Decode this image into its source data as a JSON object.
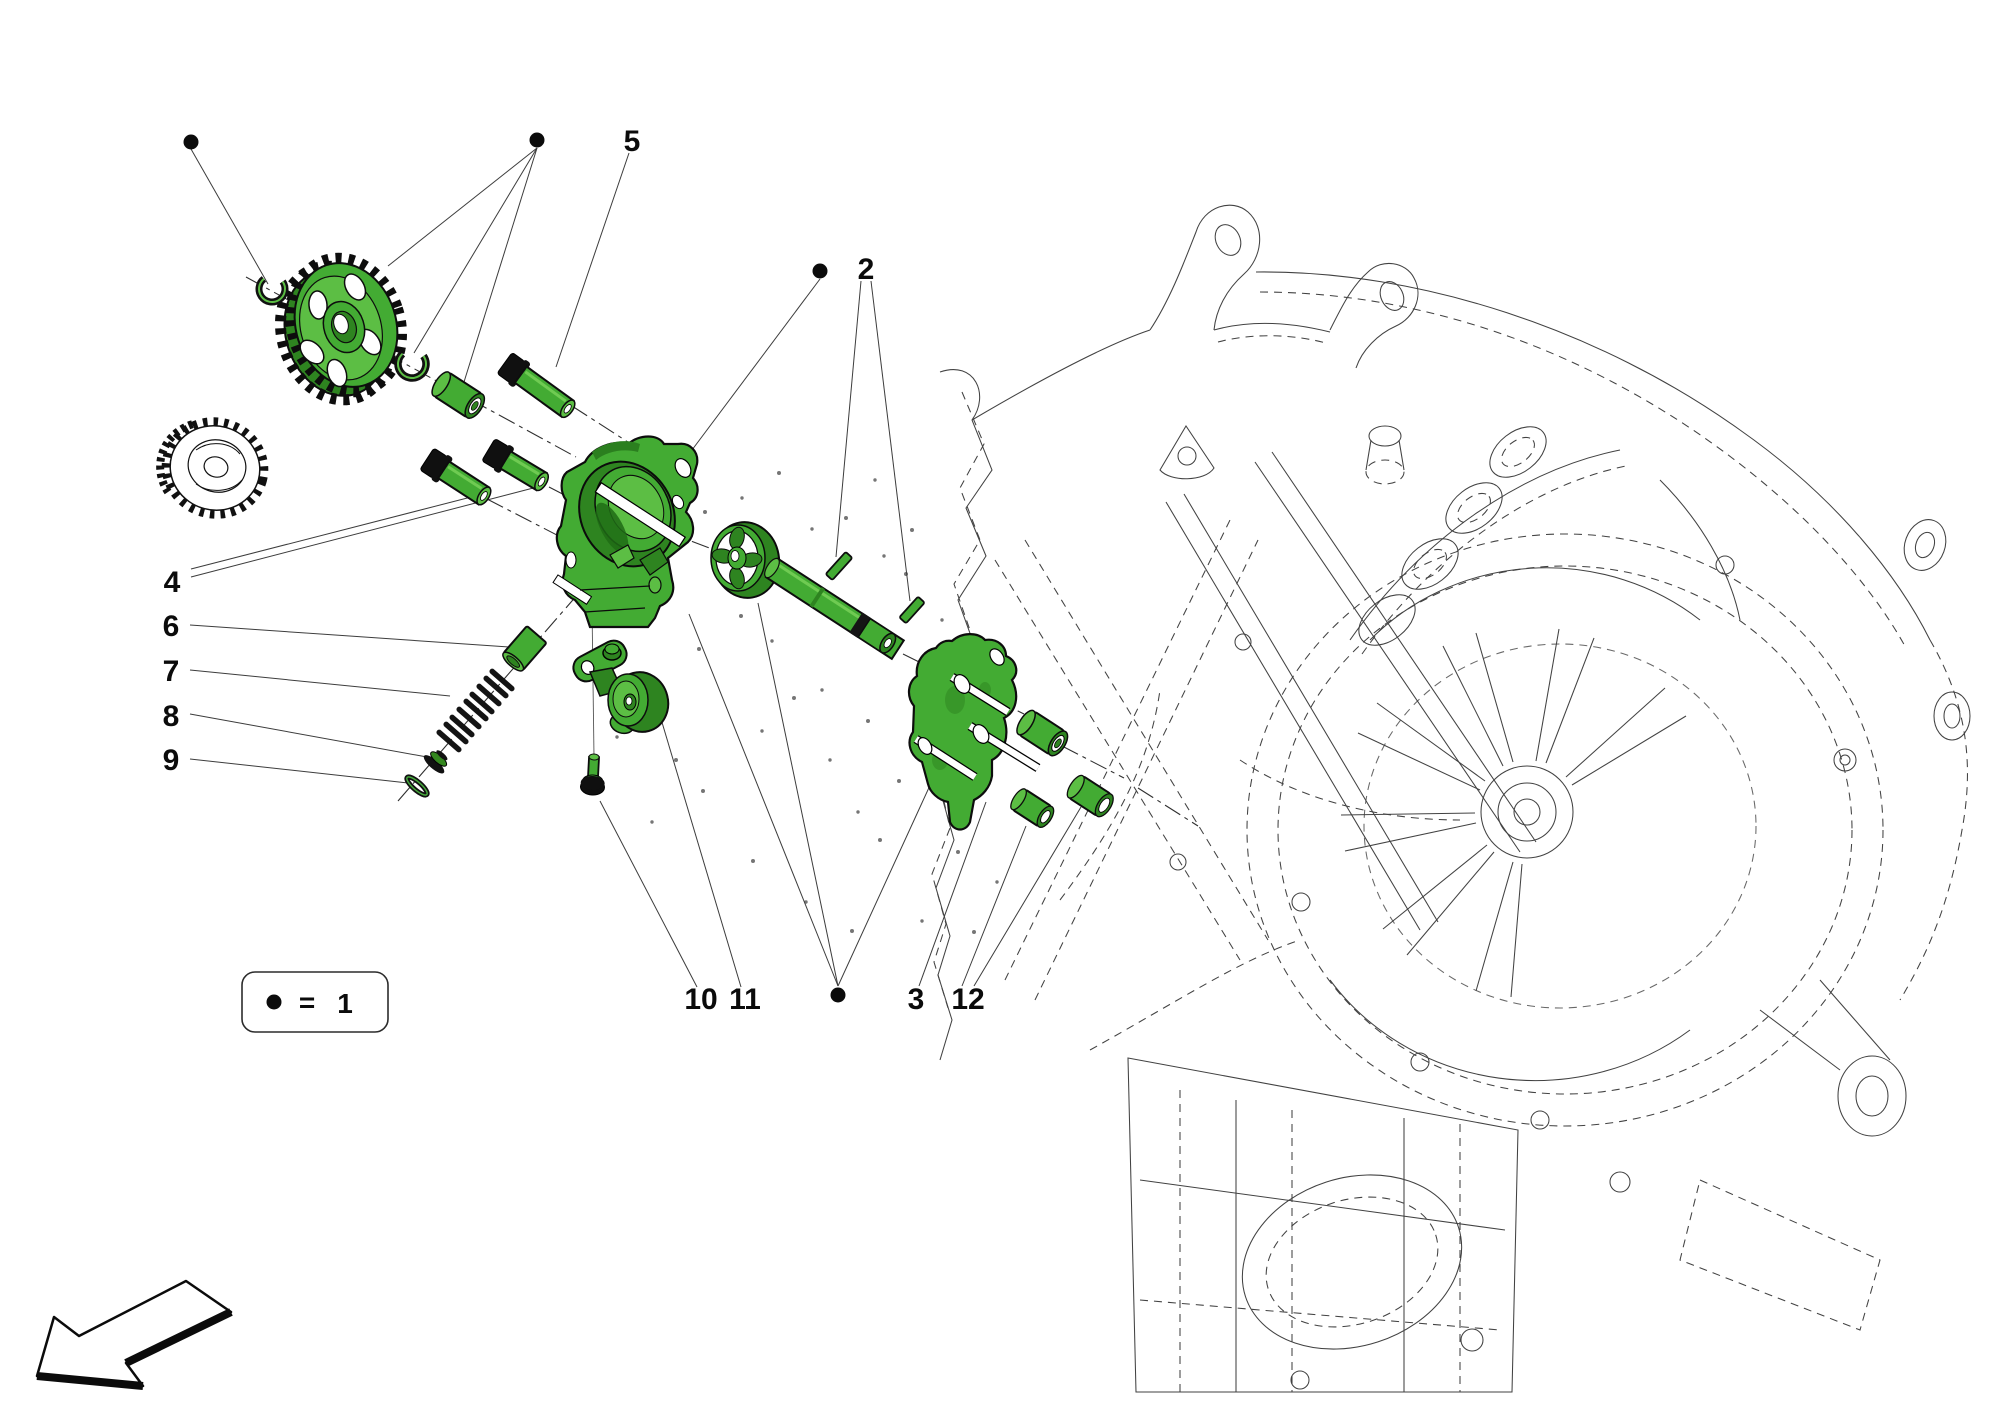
{
  "callouts": {
    "c5": {
      "label": "5"
    },
    "c2": {
      "label": "2"
    },
    "c4": {
      "label": "4"
    },
    "c6": {
      "label": "6"
    },
    "c7": {
      "label": "7"
    },
    "c8": {
      "label": "8"
    },
    "c9": {
      "label": "9"
    },
    "c10": {
      "label": "10"
    },
    "c11": {
      "label": "11"
    },
    "c3": {
      "label": "3"
    },
    "c12": {
      "label": "12"
    }
  },
  "legend": {
    "dot_symbol": "●",
    "equals_sign": "=",
    "value": "1"
  },
  "colors": {
    "part_green": "#43AB33",
    "part_green_light": "#5CBE44",
    "part_green_dark": "#2E8420",
    "outline": "#0d0d0d",
    "leader_line": "#3c3c3c",
    "background": "#ffffff"
  }
}
